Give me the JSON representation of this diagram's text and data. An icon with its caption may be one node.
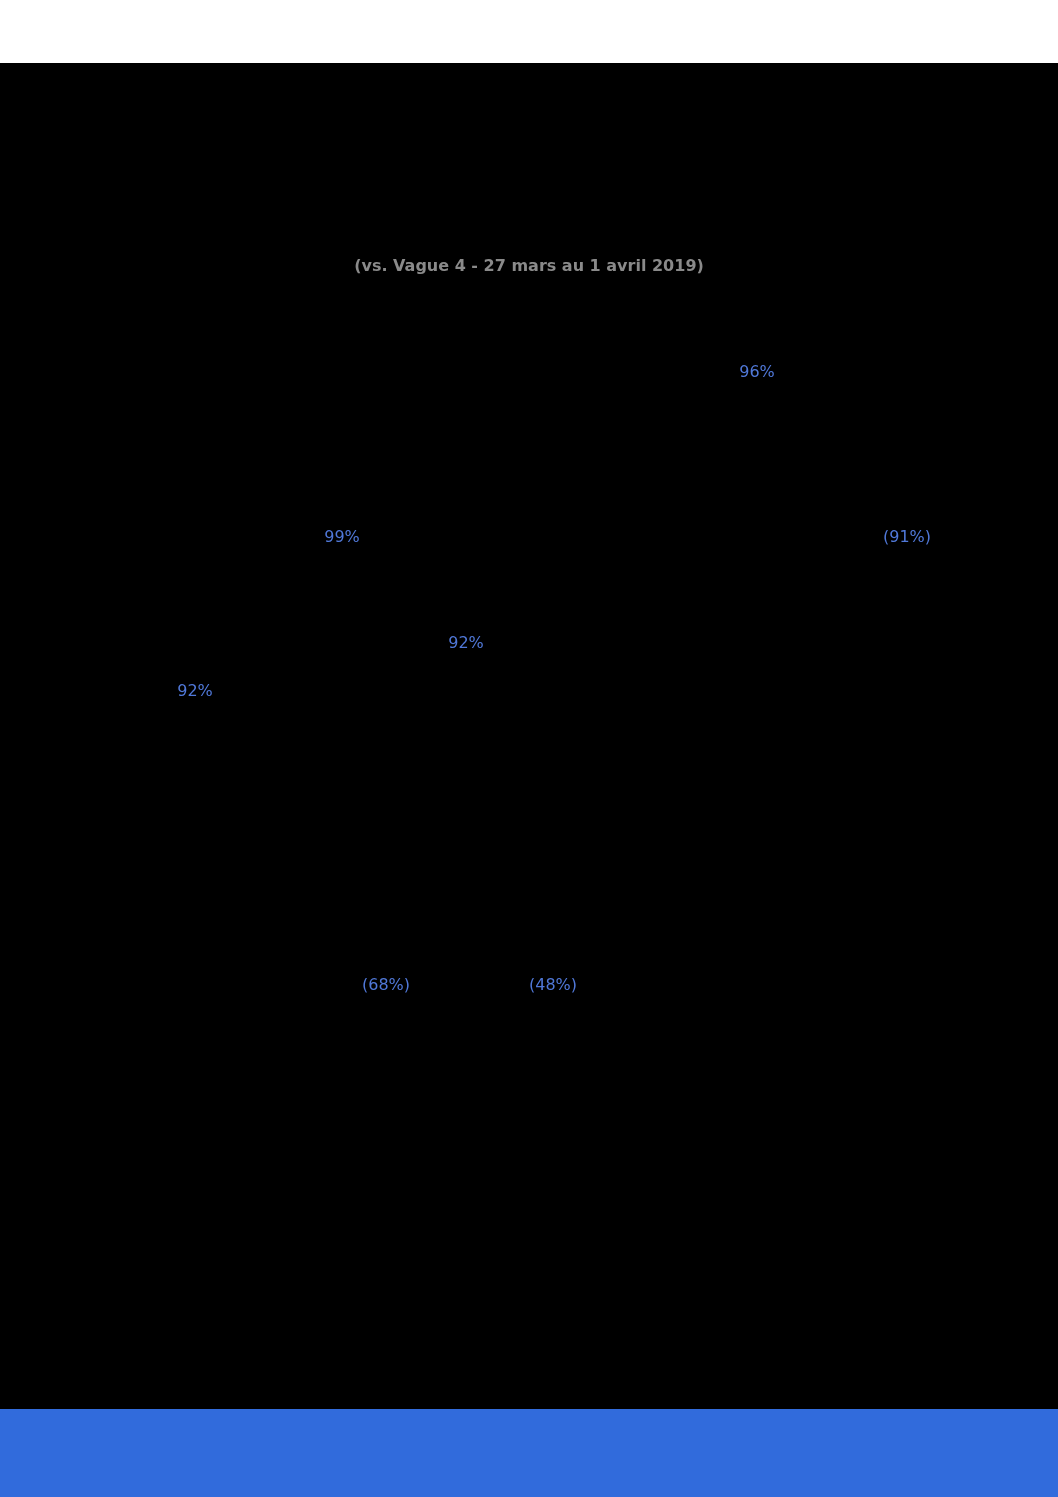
{
  "diagram": {
    "labels": [
      "(vs. Vague 4 - 27 mars au 1 avril 2019)",
      "96%",
      "99%",
      "(91%)",
      "92%",
      "92%",
      "(68%)",
      "(48%)"
    ]
  }
}
